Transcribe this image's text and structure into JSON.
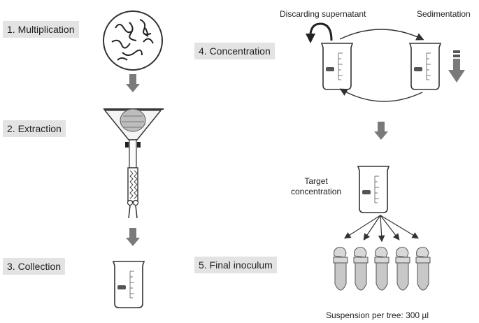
{
  "steps": {
    "s1": "1. Multiplication",
    "s2": "2. Extraction",
    "s3": "3. Collection",
    "s4": "4. Concentration",
    "s5": "5. Final inoculum"
  },
  "notes": {
    "discard": "Discarding supernatant",
    "sediment": "Sedimentation",
    "target_line1": "Target",
    "target_line2": "concentration",
    "suspension": "Suspension per tree: 300 µl"
  },
  "colors": {
    "label_bg": "#e3e3e3",
    "arrow_fill": "#7a7a7a",
    "line": "#333333"
  }
}
